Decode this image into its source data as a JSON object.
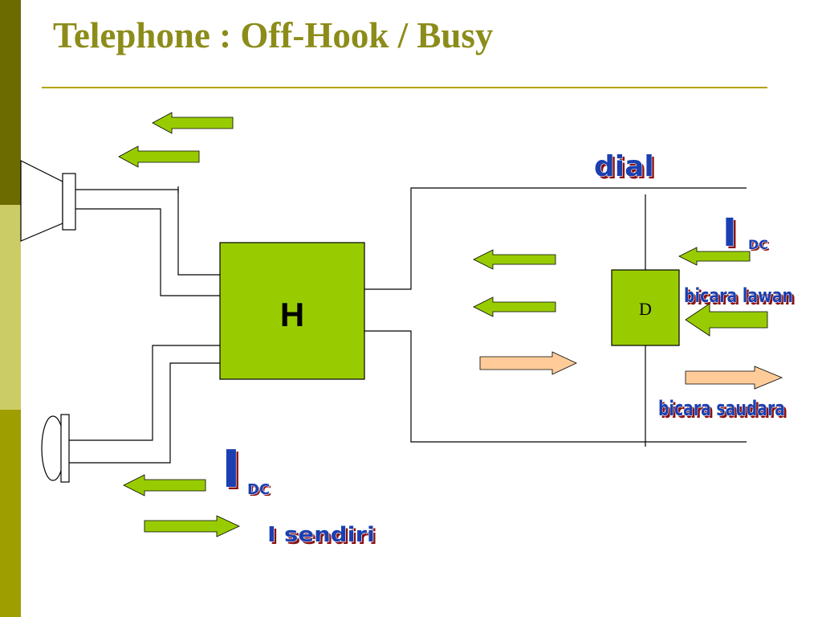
{
  "slide": {
    "title": "Telephone : Off-Hook / Busy"
  },
  "diagram": {
    "hybrid_label": "H",
    "dial_box_label": "D",
    "labels": {
      "dial": "dial",
      "i_dc_right_main": "I",
      "i_dc_right_sub": "DC",
      "bicara_lawan": "bicara lawan",
      "bicara_saudara": "bicara saudara",
      "i_dc_left_main": "I",
      "i_dc_left_sub": "DC",
      "i_sendiri": "I sendiri"
    }
  },
  "colors": {
    "title": "#8c8c1a",
    "box_fill": "#99cc00",
    "arrow_green": "#99cc00",
    "arrow_peach": "#ffcc99",
    "wordart_blue": "#1a3fb0",
    "wordart_shadow": "#8a1010",
    "sidebar_dark": "#6b6b00",
    "sidebar_light": "#cccc66",
    "sidebar_mid": "#9e9e00"
  }
}
